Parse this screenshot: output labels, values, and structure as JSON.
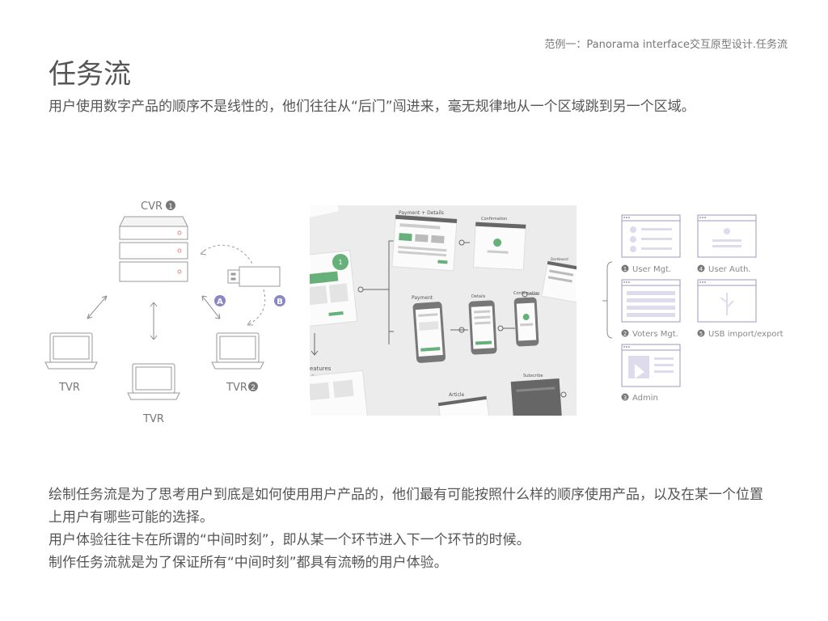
{
  "header": {
    "note": "范例一：Panorama interface交互原型设计.任务流"
  },
  "title": "任务流",
  "subtitle": "用户使用数字产品的顺序不是线性的，他们往往从“后门”闯进来，毫无规律地从一个区域跳到另一个区域。",
  "diagram_left": {
    "server_label": "CVR",
    "server_badge": "1",
    "marker_a": "A",
    "marker_b": "B",
    "laptop_left_label": "TVR",
    "laptop_center_label": "TVR",
    "laptop_right_label": "TVR",
    "laptop_right_badge": "2"
  },
  "diagram_mid": {
    "node_badge": "1",
    "labels": {
      "payment_details": "Payment + Details",
      "confirmation_top": "Confirmation",
      "dashboard": "Dashboard",
      "payment": "Payment",
      "details": "Details",
      "confirmation": "Confirmation",
      "features": "eatures",
      "article": "Article",
      "subscribe": "Subscribe"
    }
  },
  "diagram_right": {
    "items": [
      {
        "num": "1",
        "label": "User Mgt."
      },
      {
        "num": "4",
        "label": "User Auth."
      },
      {
        "num": "2",
        "label": "Voters Mgt."
      },
      {
        "num": "5",
        "label": "USB import/export"
      },
      {
        "num": "3",
        "label": "Admin"
      }
    ]
  },
  "body": {
    "line1": "绘制任务流是为了思考用户到底是如何使用用户产品的，他们最有可能按照什么样的顺序使用产品，以及在某一个位置上用户有哪些可能的选择。",
    "line2": "用户体验往往卡在所谓的“中间时刻”，即从某一个环节进入下一个环节的时候。",
    "line3": "制作任务流就是为了保证所有“中间时刻”都具有流畅的用户体验。"
  },
  "colors": {
    "accent_purple": "#8a87c8",
    "accent_green": "#66b07a",
    "line_gray": "#8b8b93"
  }
}
